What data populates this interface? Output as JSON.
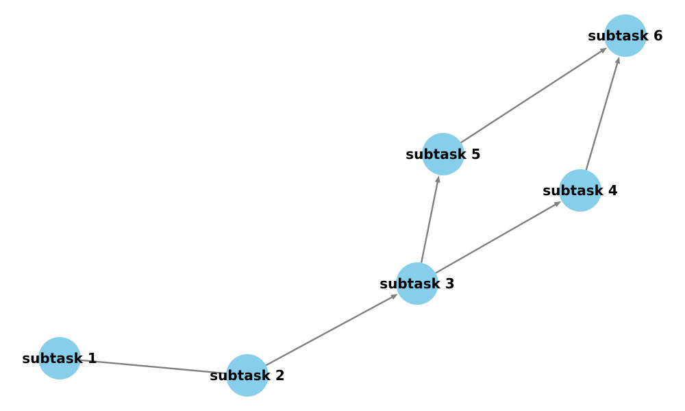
{
  "graph": {
    "type": "directed-graph",
    "colors": {
      "node": "#87ceeb",
      "edge": "#808080",
      "label": "#000000"
    },
    "nodes": [
      {
        "id": "n1",
        "label": "subtask 1"
      },
      {
        "id": "n2",
        "label": "subtask 2"
      },
      {
        "id": "n3",
        "label": "subtask 3"
      },
      {
        "id": "n4",
        "label": "subtask 4"
      },
      {
        "id": "n5",
        "label": "subtask 5"
      },
      {
        "id": "n6",
        "label": "subtask 6"
      }
    ],
    "edges": [
      {
        "from": "n1",
        "to": "n2",
        "arrow": false
      },
      {
        "from": "n2",
        "to": "n3",
        "arrow": true
      },
      {
        "from": "n3",
        "to": "n5",
        "arrow": true
      },
      {
        "from": "n3",
        "to": "n4",
        "arrow": true
      },
      {
        "from": "n5",
        "to": "n6",
        "arrow": true
      },
      {
        "from": "n4",
        "to": "n6",
        "arrow": true
      }
    ]
  }
}
